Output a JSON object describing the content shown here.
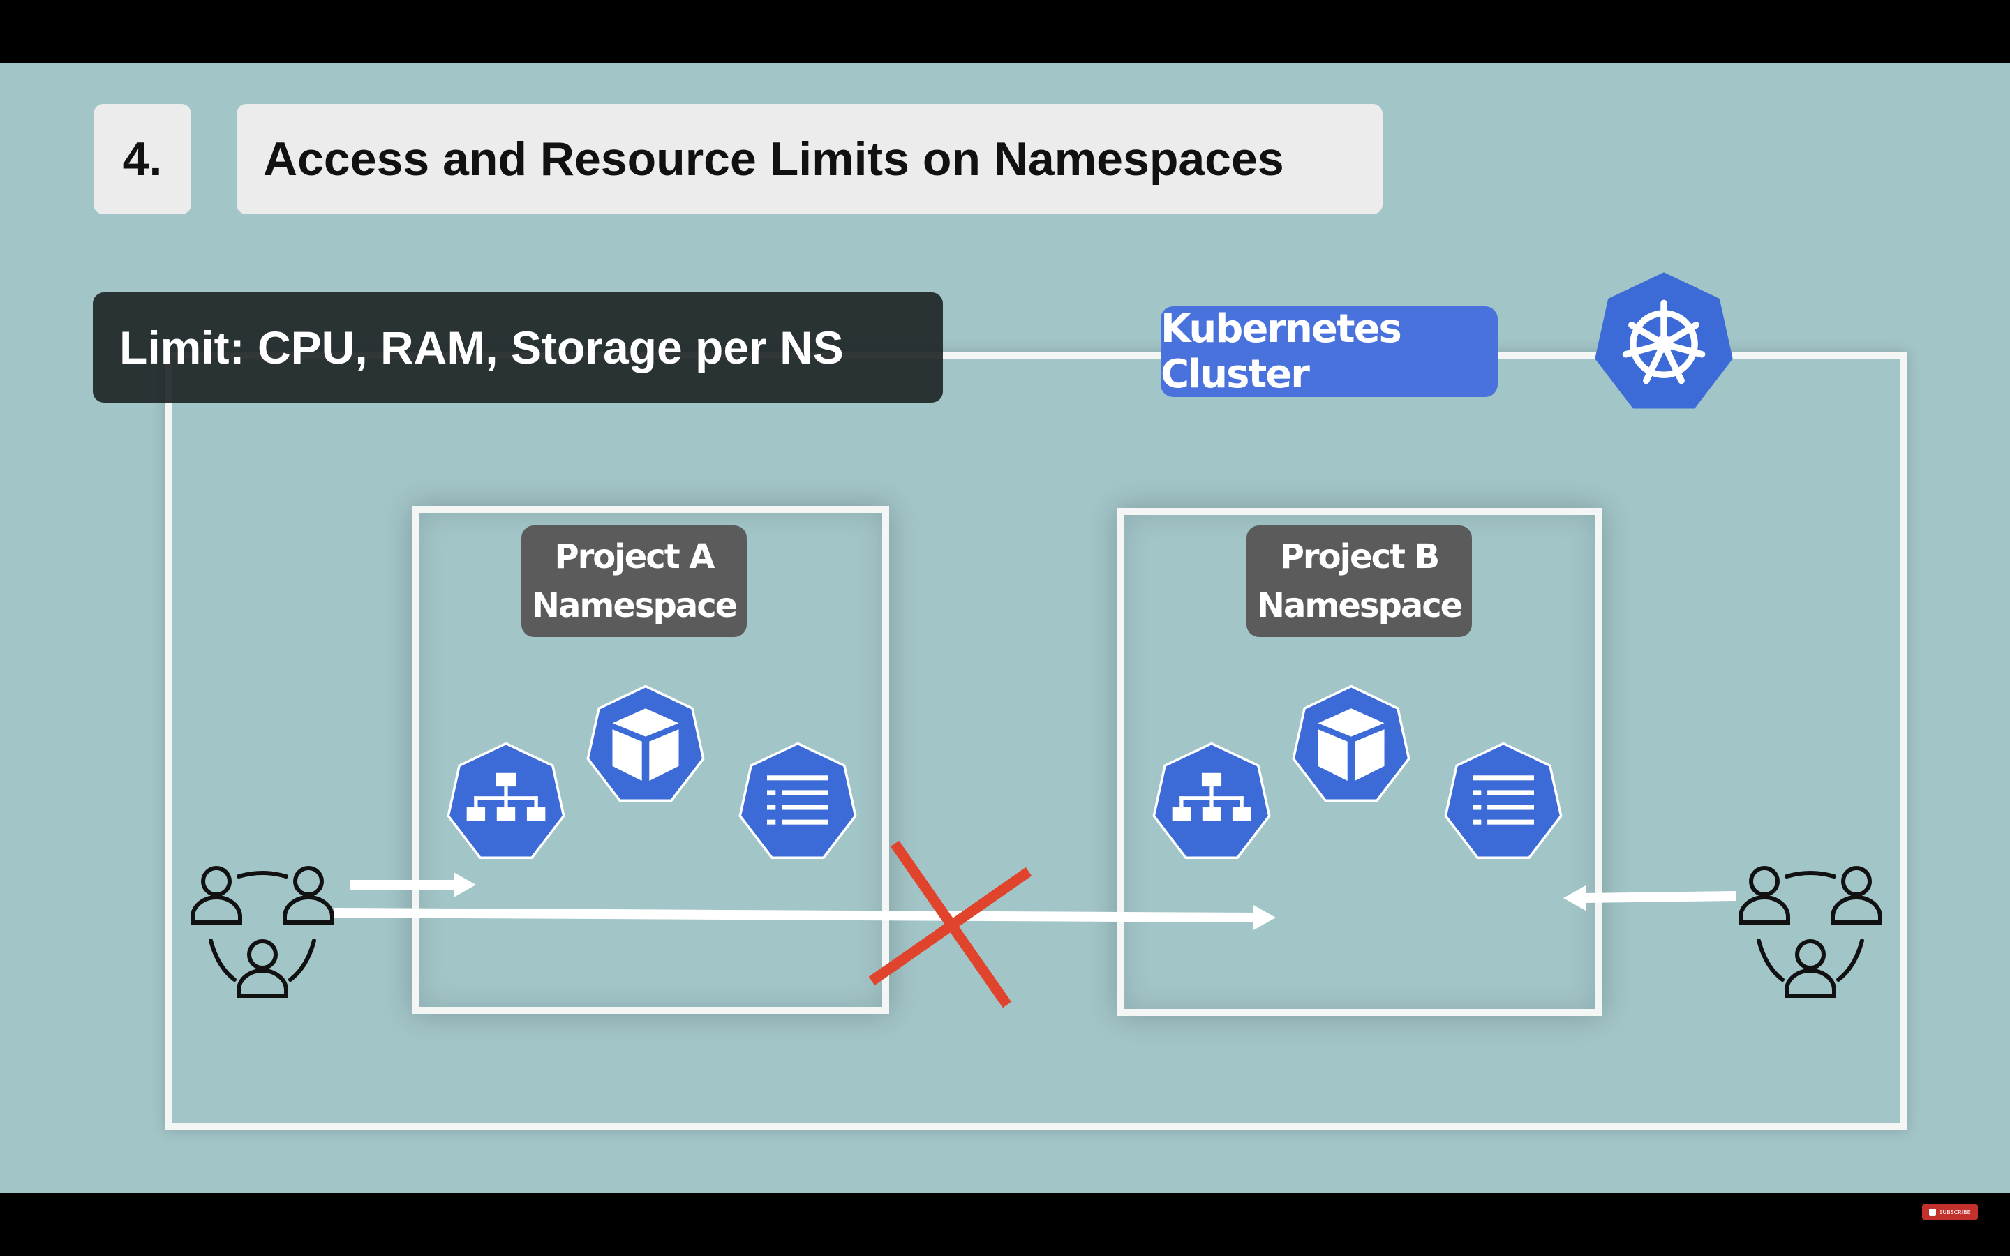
{
  "slide": {
    "number": "4.",
    "title": "Access and Resource Limits on Namespaces",
    "limit_text": "Limit: CPU, RAM, Storage per NS",
    "cluster_label": "Kubernetes Cluster"
  },
  "namespaces": [
    {
      "label_line1": "Project A",
      "label_line2": "Namespace"
    },
    {
      "label_line1": "Project B",
      "label_line2": "Namespace"
    }
  ],
  "icons": {
    "cluster_logo": "kubernetes-helm-icon",
    "service": "service-network-icon",
    "pod": "pod-cube-icon",
    "config": "configmap-list-icon",
    "users": "user-group-icon",
    "blocked": "red-x-icon"
  },
  "colors": {
    "background": "#a2c5c8",
    "k8s_blue": "#3c6bd8",
    "block_red": "#e0442c",
    "label_grey": "#5b5b5b",
    "limit_dark": "#1c2224"
  },
  "player": {
    "subscribe_label": "SUBSCRIBE"
  }
}
